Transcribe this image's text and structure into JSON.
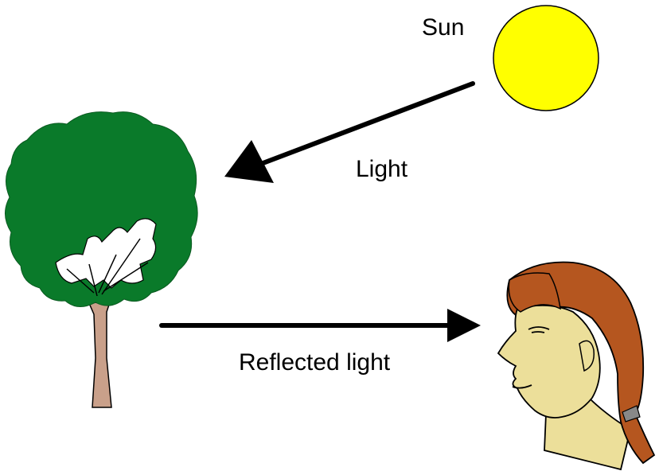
{
  "labels": {
    "sun": "Sun",
    "light": "Light",
    "reflected": "Reflected light"
  },
  "icons": {
    "sun": "sun-icon",
    "tree": "tree-icon",
    "person": "person-head-icon"
  },
  "colors": {
    "sun_fill": "#ffff00",
    "foliage": "#0a7a2a",
    "trunk": "#c9a08a",
    "skin": "#ecdf9a",
    "hair": "#b5561f",
    "arrow": "#000000"
  }
}
